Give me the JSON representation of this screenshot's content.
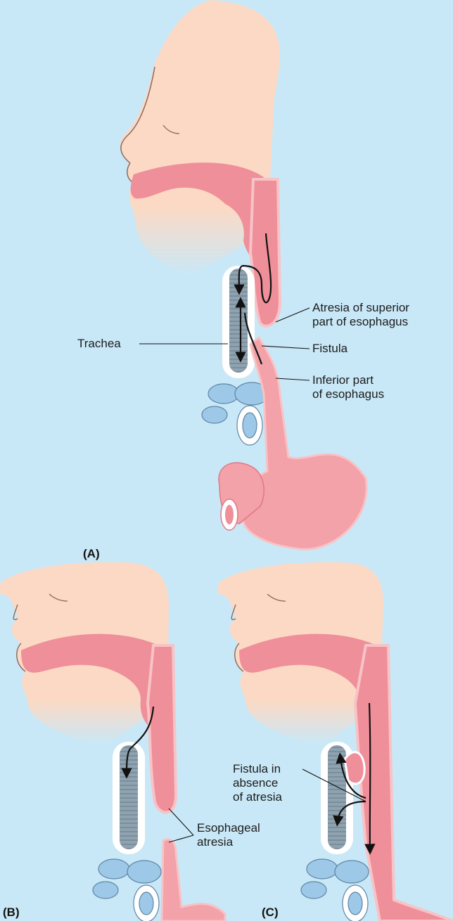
{
  "panels": [
    {
      "letter": "(A)"
    },
    {
      "letter": "(B)"
    },
    {
      "letter": "(C)"
    }
  ],
  "labels": {
    "trachea": "Trachea",
    "atresia_superior_line1": "Atresia of superior",
    "atresia_superior_line2": "part of esophagus",
    "fistula": "Fistula",
    "inferior_line1": "Inferior part",
    "inferior_line2": "of esophagus",
    "esophageal_atresia_line1": "Esophageal",
    "esophageal_atresia_line2": "atresia",
    "fistula_absence_line1": "Fistula in",
    "fistula_absence_line2": "absence",
    "fistula_absence_line3": "of atresia"
  },
  "colors": {
    "background": "#c9e8f7",
    "skin": "#fcd9c4",
    "esophagus": "#ef8f9a",
    "esophagus_outline": "#f7c3c6",
    "trachea_wall": "#ffffff",
    "trachea_lumen": "#8fa2b0",
    "bronchi": "#9dc8e8",
    "stomach": "#f2a2a8"
  }
}
